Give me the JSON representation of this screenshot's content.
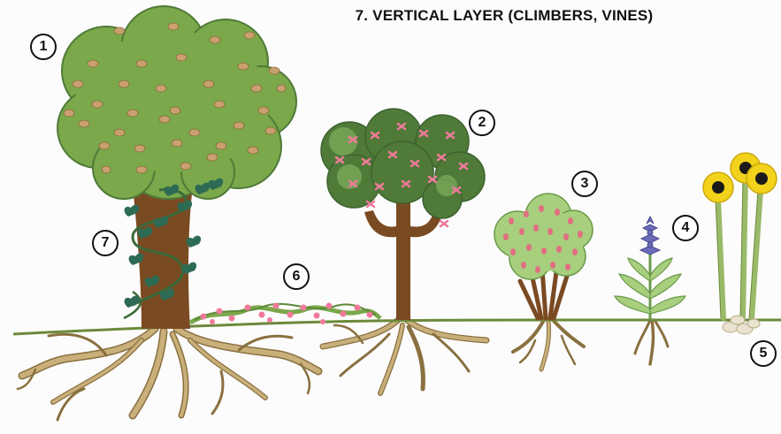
{
  "title": "7. VERTICAL LAYER (CLIMBERS, VINES)",
  "markers": [
    "1",
    "2",
    "3",
    "4",
    "5",
    "6",
    "7"
  ],
  "colors": {
    "ground_line": "#6b8a3a",
    "root": "#c9b07a",
    "root_outline": "#8a7040",
    "canopy_light": "#7aa84a",
    "canopy_dark": "#4f7a38",
    "trunk": "#7a4a22",
    "vine_leaf": "#2e6b55",
    "pink": "#f07a9a",
    "sunflower": "#f2d21a",
    "spike_flower": "#6a6ab8"
  }
}
